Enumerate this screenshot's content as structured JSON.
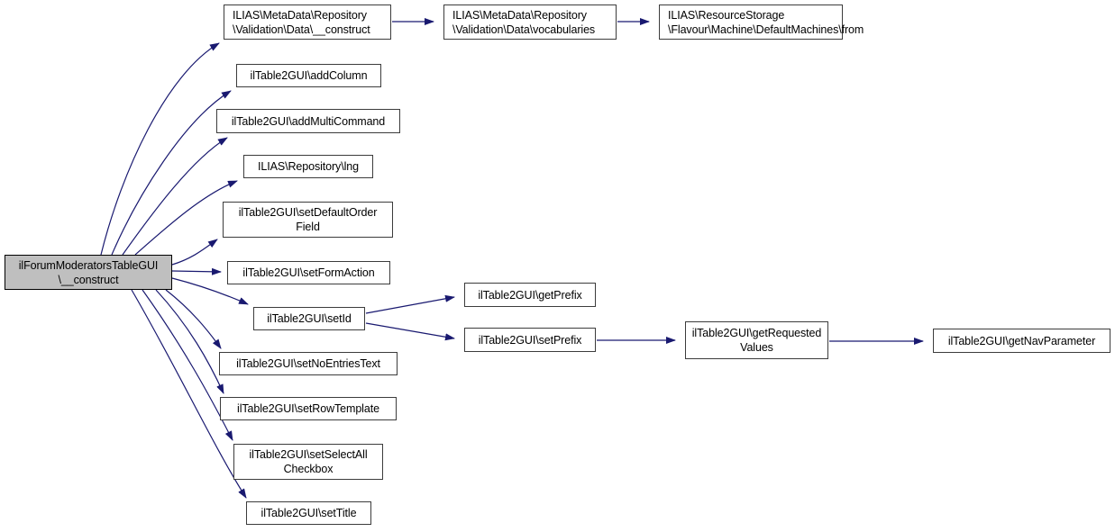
{
  "graph": {
    "type": "call-graph",
    "description": "Doxygen call graph for ilForumModeratorsTableGUI::__construct",
    "colors": {
      "background": "#ffffff",
      "edge": "#191970",
      "node_border": "#3c3c3c",
      "node_fill": "#ffffff",
      "root_node_fill": "#bfbfbf",
      "text": "#000000"
    },
    "nodes": [
      {
        "id": "root",
        "label": "ilForumModeratorsTableGUI\n\\__construct",
        "highlighted": true
      },
      {
        "id": "md-data-construct",
        "label": "ILIAS\\MetaData\\Repository\n\\Validation\\Data\\__construct",
        "highlighted": false
      },
      {
        "id": "md-data-vocabularies",
        "label": "ILIAS\\MetaData\\Repository\n\\Validation\\Data\\vocabularies",
        "highlighted": false
      },
      {
        "id": "defaultmachines-from",
        "label": "ILIAS\\ResourceStorage\n\\Flavour\\Machine\\DefaultMachines\\from",
        "highlighted": false
      },
      {
        "id": "addcolumn",
        "label": "ilTable2GUI\\addColumn",
        "highlighted": false
      },
      {
        "id": "addmulticommand",
        "label": "ilTable2GUI\\addMultiCommand",
        "highlighted": false
      },
      {
        "id": "repository-lng",
        "label": "ILIAS\\Repository\\lng",
        "highlighted": false
      },
      {
        "id": "setdefaultorderfield",
        "label": "ilTable2GUI\\setDefaultOrder\nField",
        "highlighted": false
      },
      {
        "id": "setformaction",
        "label": "ilTable2GUI\\setFormAction",
        "highlighted": false
      },
      {
        "id": "setid",
        "label": "ilTable2GUI\\setId",
        "highlighted": false
      },
      {
        "id": "getprefix",
        "label": "ilTable2GUI\\getPrefix",
        "highlighted": false
      },
      {
        "id": "setprefix",
        "label": "ilTable2GUI\\setPrefix",
        "highlighted": false
      },
      {
        "id": "getrequestedvalues",
        "label": "ilTable2GUI\\getRequested\nValues",
        "highlighted": false
      },
      {
        "id": "getnavparameter",
        "label": "ilTable2GUI\\getNavParameter",
        "highlighted": false
      },
      {
        "id": "setnoentriestext",
        "label": "ilTable2GUI\\setNoEntriesText",
        "highlighted": false
      },
      {
        "id": "setrowtemplate",
        "label": "ilTable2GUI\\setRowTemplate",
        "highlighted": false
      },
      {
        "id": "setselectallcheckbox",
        "label": "ilTable2GUI\\setSelectAll\nCheckbox",
        "highlighted": false
      },
      {
        "id": "settitle",
        "label": "ilTable2GUI\\setTitle",
        "highlighted": false
      }
    ],
    "edges": [
      {
        "from": "root",
        "to": "md-data-construct"
      },
      {
        "from": "root",
        "to": "addcolumn"
      },
      {
        "from": "root",
        "to": "addmulticommand"
      },
      {
        "from": "root",
        "to": "repository-lng"
      },
      {
        "from": "root",
        "to": "setdefaultorderfield"
      },
      {
        "from": "root",
        "to": "setformaction"
      },
      {
        "from": "root",
        "to": "setid"
      },
      {
        "from": "root",
        "to": "setnoentriestext"
      },
      {
        "from": "root",
        "to": "setrowtemplate"
      },
      {
        "from": "root",
        "to": "setselectallcheckbox"
      },
      {
        "from": "root",
        "to": "settitle"
      },
      {
        "from": "md-data-construct",
        "to": "md-data-vocabularies"
      },
      {
        "from": "md-data-vocabularies",
        "to": "defaultmachines-from"
      },
      {
        "from": "setid",
        "to": "getprefix"
      },
      {
        "from": "setid",
        "to": "setprefix"
      },
      {
        "from": "setprefix",
        "to": "getrequestedvalues"
      },
      {
        "from": "getrequestedvalues",
        "to": "getnavparameter"
      }
    ]
  }
}
